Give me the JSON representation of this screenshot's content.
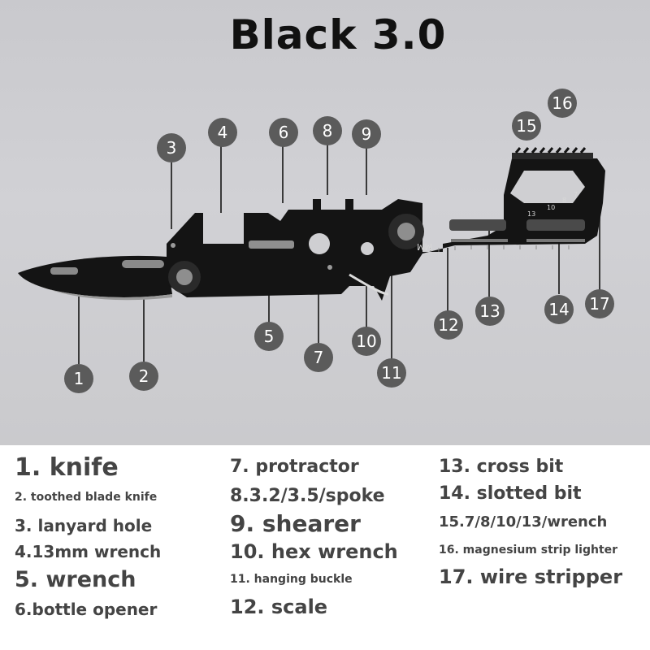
{
  "title": "Black 3.0",
  "tool_labels": {
    "mm": "MM",
    "wrench_sizes": [
      "13",
      "10",
      "8",
      "7"
    ]
  },
  "callouts": [
    "1",
    "2",
    "3",
    "4",
    "5",
    "6",
    "7",
    "8",
    "9",
    "10",
    "11",
    "12",
    "13",
    "14",
    "15",
    "16",
    "17"
  ],
  "legend": [
    "1. knife",
    "2. toothed blade knife",
    "3. lanyard hole",
    "4.13mm wrench",
    "5. wrench",
    "6.bottle opener",
    "7. protractor",
    "8.3.2/3.5/spoke",
    "9. shearer",
    "10. hex wrench",
    "11. hanging buckle",
    "12. scale",
    "13. cross bit",
    "14. slotted bit",
    "15.7/8/10/13/wrench",
    "16. magnesium strip lighter",
    "17. wire stripper"
  ],
  "colors": {
    "badge": "#5b5b5b",
    "tool": "#141414",
    "legend_text": "#444444"
  }
}
